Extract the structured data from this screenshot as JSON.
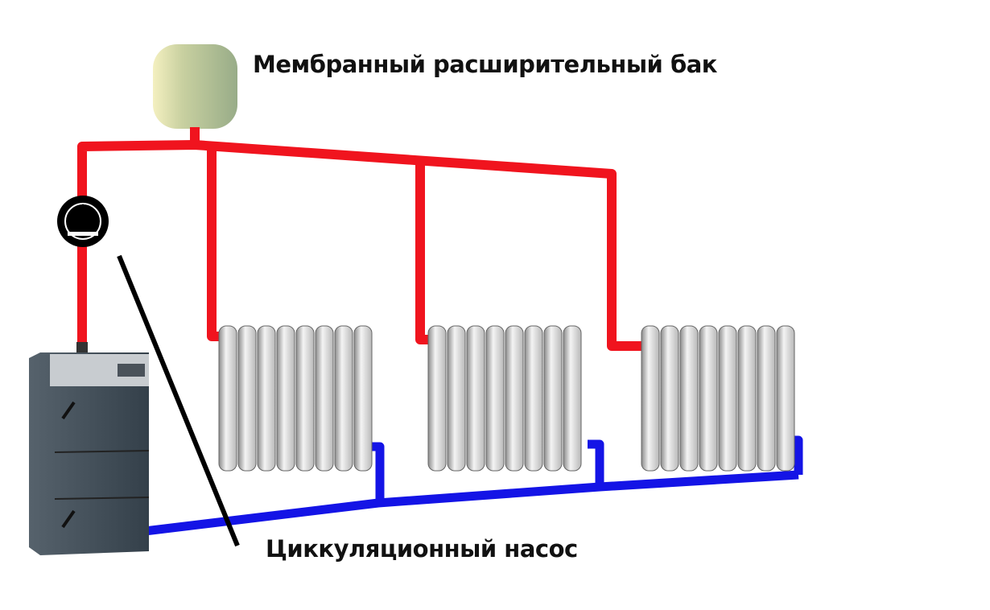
{
  "labels": {
    "expansion_tank": "Мембранный расширительный бак",
    "circulation_pump": "Циккуляционный насос"
  },
  "colors": {
    "supply_pipe": "#f0141e",
    "return_pipe": "#1414e6",
    "boiler": "#3c4852",
    "tank": "#a8b890"
  },
  "radiators": [
    {
      "name": "radiator-1",
      "sections": 8
    },
    {
      "name": "radiator-2",
      "sections": 8
    },
    {
      "name": "radiator-3",
      "sections": 8
    }
  ]
}
